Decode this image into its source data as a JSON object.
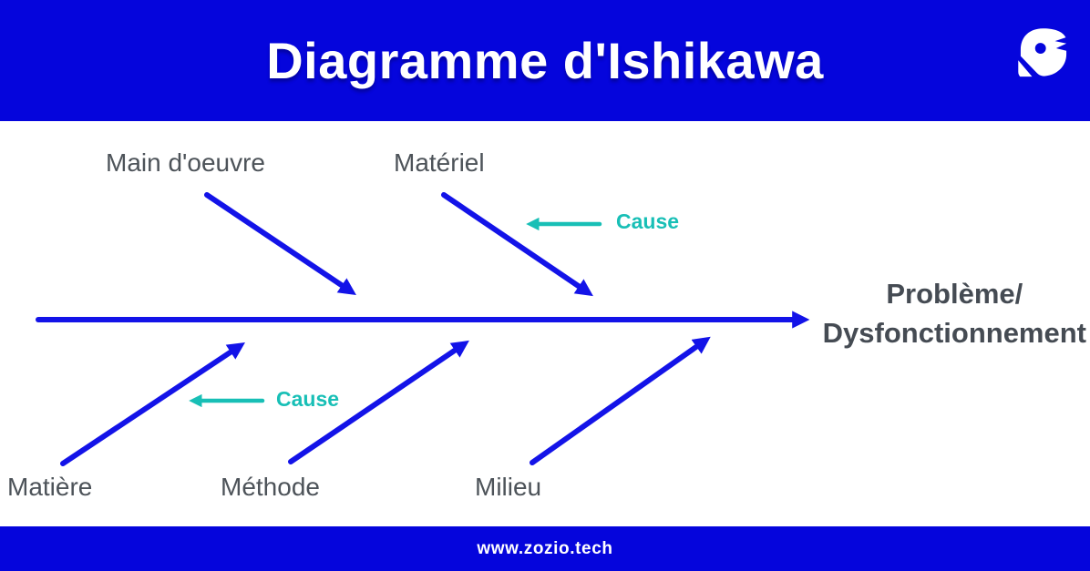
{
  "header": {
    "title": "Diagramme d'Ishikawa",
    "logo": "zozio-logo"
  },
  "diagram": {
    "type": "fishbone-ishikawa",
    "problem": {
      "line1": "Problème/",
      "line2": "Dysfonctionnement"
    },
    "top_causes": [
      "Main d'oeuvre",
      "Matériel"
    ],
    "bottom_causes": [
      "Matière",
      "Méthode",
      "Milieu"
    ],
    "annotations": {
      "cause_top": "Cause",
      "cause_bottom": "Cause"
    }
  },
  "footer": {
    "url": "www.zozio.tech"
  },
  "colors": {
    "brand_blue": "#0505DC",
    "arrow_blue": "#1313E8",
    "teal": "#18BFB6",
    "label_gray": "#4D5359",
    "background": "#FFFFFF",
    "title_white": "#FFFFFF"
  }
}
